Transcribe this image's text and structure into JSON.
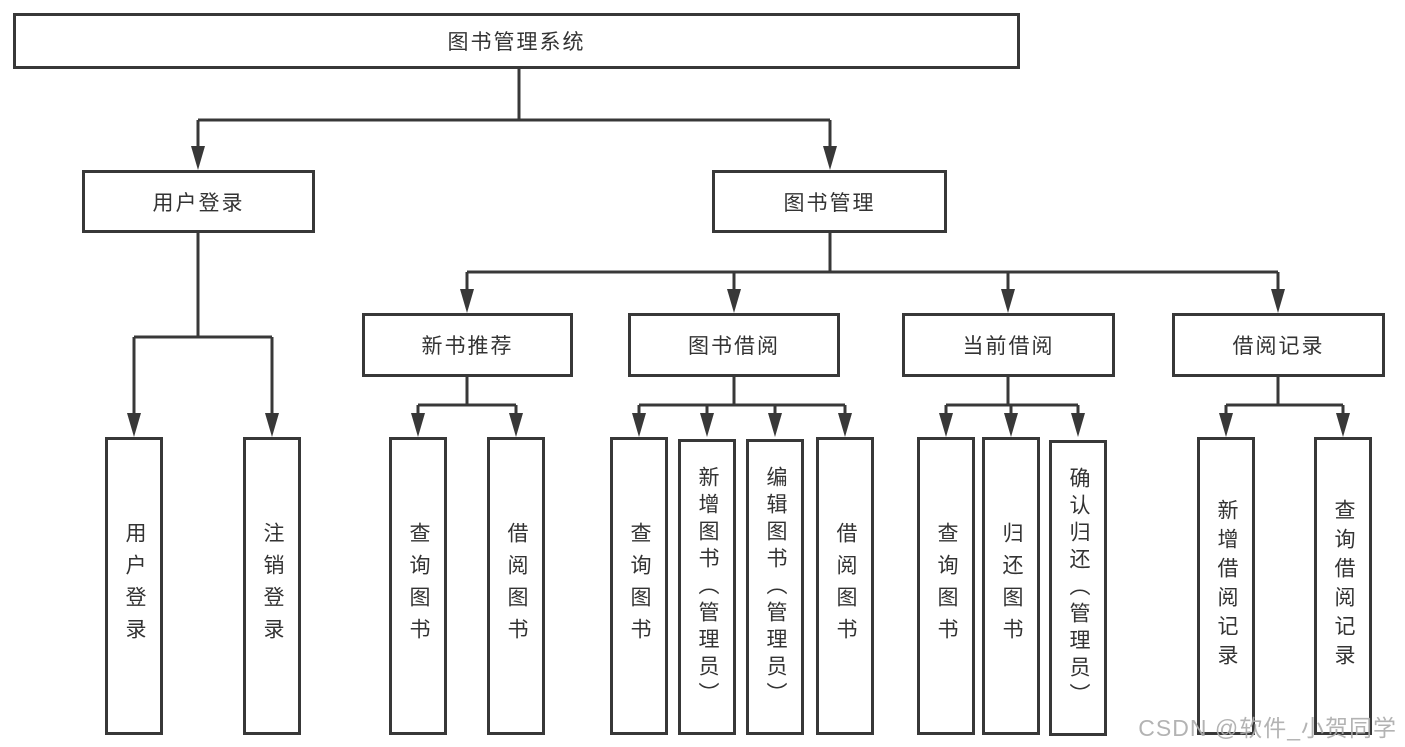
{
  "diagram": {
    "root": {
      "label": "图书管理系统"
    },
    "level2": [
      {
        "label": "用户登录"
      },
      {
        "label": "图书管理"
      }
    ],
    "level3": [
      {
        "label": "新书推荐"
      },
      {
        "label": "图书借阅"
      },
      {
        "label": "当前借阅"
      },
      {
        "label": "借阅记录"
      }
    ],
    "leaves": [
      {
        "label": "用户登录"
      },
      {
        "label": "注销登录"
      },
      {
        "label": "查询图书"
      },
      {
        "label": "借阅图书"
      },
      {
        "label": "查询图书"
      },
      {
        "label": "新增图书（管理员）"
      },
      {
        "label": "编辑图书（管理员）"
      },
      {
        "label": "借阅图书"
      },
      {
        "label": "查询图书"
      },
      {
        "label": "归还图书"
      },
      {
        "label": "确认归还（管理员）"
      },
      {
        "label": "新增借阅记录"
      },
      {
        "label": "查询借阅记录"
      }
    ]
  },
  "watermark": {
    "text": "CSDN @软件_小贺同学"
  },
  "colors": {
    "line": "#383838",
    "text": "#333333",
    "background": "#ffffff",
    "watermark": "#adadad"
  }
}
